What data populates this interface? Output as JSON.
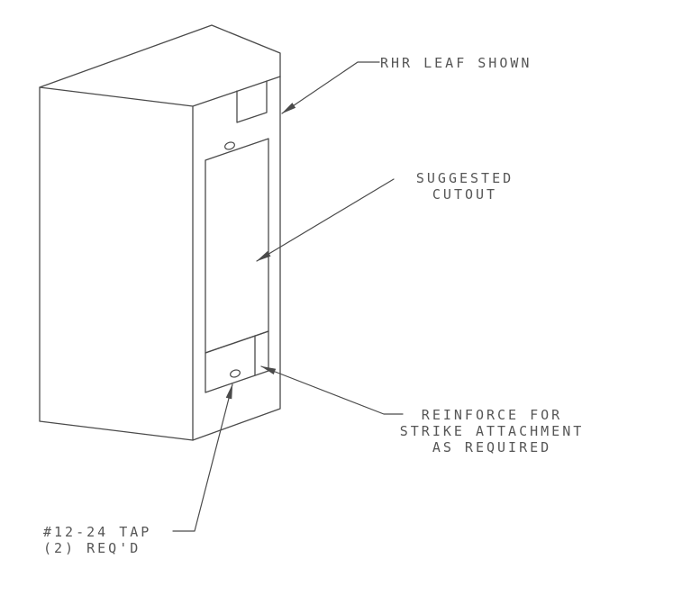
{
  "page": {
    "background_color": "#ffffff",
    "line_color": "#4a4a4a",
    "text_color": "#565656"
  },
  "drawing": {
    "kind": "isometric door leaf strike preparation detail",
    "labels": {
      "leaf": {
        "lines": [
          "RHR LEAF SHOWN"
        ]
      },
      "cutout": {
        "lines": [
          "SUGGESTED",
          "CUTOUT"
        ]
      },
      "reinforce": {
        "lines": [
          "REINFORCE FOR",
          "STRIKE ATTACHMENT",
          "AS REQUIRED"
        ]
      },
      "tap": {
        "lines": [
          "#12-24 TAP",
          "(2) REQ'D"
        ]
      }
    },
    "features": {
      "tap_hole_count": 2,
      "tap_size": "#12-24",
      "holes": [
        "top tapped hole",
        "bottom tapped hole"
      ]
    },
    "icons": {
      "arrowhead": "filled leader arrow triangle"
    }
  }
}
